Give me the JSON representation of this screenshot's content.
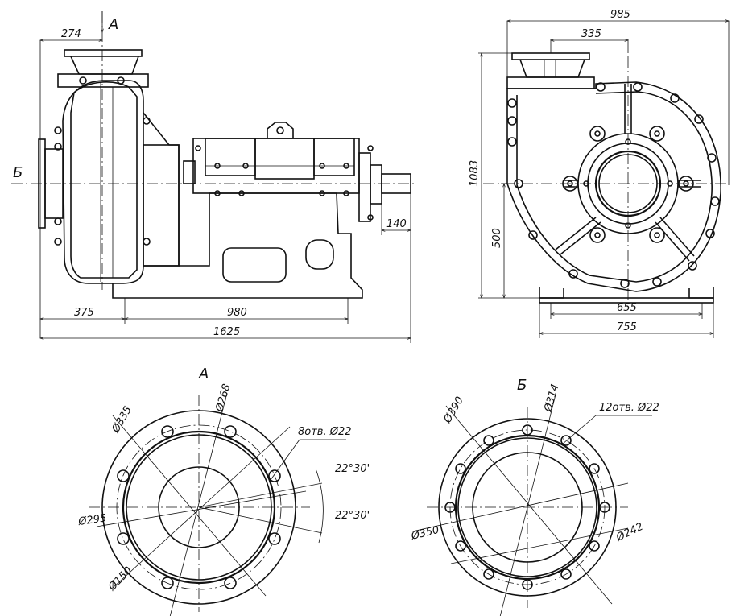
{
  "views": {
    "side": {
      "section_mark_a": "А",
      "section_mark_b": "Б",
      "dims": {
        "top_offset": "274",
        "inlet_offset": "375",
        "base_length": "980",
        "total_length": "1625",
        "shaft_end": "140"
      }
    },
    "front": {
      "dims": {
        "total_width": "985",
        "outlet_offset": "335",
        "height": "1083",
        "axis_height": "500",
        "base_inner": "655",
        "base_outer": "755"
      }
    },
    "flange_a": {
      "title": "А",
      "dims": {
        "d335": "Ø335",
        "d268": "Ø268",
        "holes": "8отв. Ø22",
        "angle1": "22°30'",
        "angle2": "22°30'",
        "d295": "Ø295",
        "d150": "Ø150"
      }
    },
    "flange_b": {
      "title": "Б",
      "dims": {
        "d390": "Ø390",
        "d314": "Ø314",
        "holes": "12отв. Ø22",
        "d350": "Ø350",
        "d242": "Ø242"
      }
    }
  }
}
